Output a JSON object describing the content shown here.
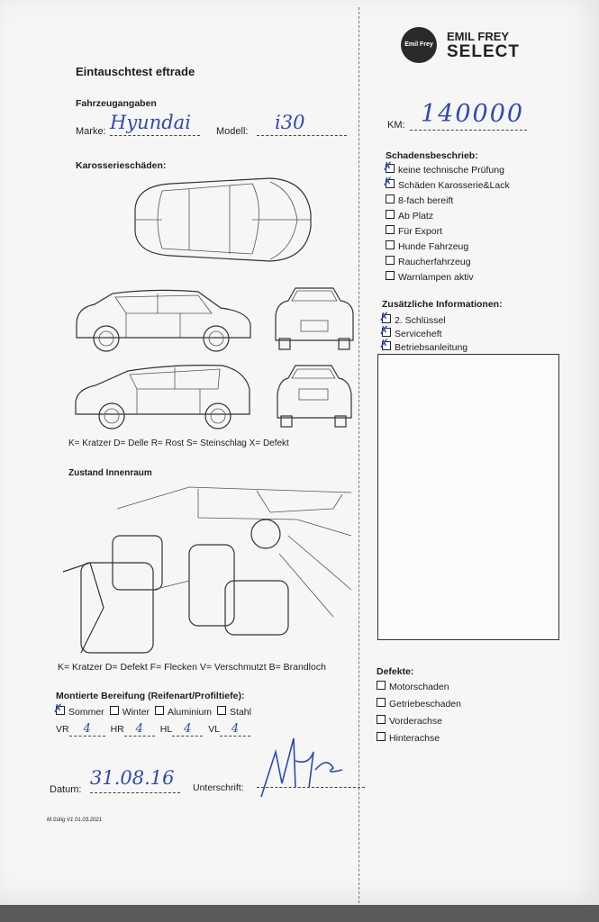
{
  "form": {
    "title": "Eintauschtest eftrade",
    "vehicle_section": "Fahrzeugangaben",
    "brand_label": "Marke:",
    "brand_value": "Hyundai",
    "model_label": "Modell:",
    "model_value": "i30",
    "km_label": "KM:",
    "km_value": "140000",
    "body_damage_label": "Karosserieschäden:",
    "body_legend": "K= Kratzer D= Delle R= Rost S= Steinschlag X= Defekt",
    "interior_label": "Zustand Innenraum",
    "interior_legend": "K= Kratzer D= Defekt F= Flecken V= Verschmutzt B= Brandloch",
    "tires_label": "Montierte Bereifung (Reifenart/Profiltiefe):",
    "tire_types": [
      {
        "label": "Sommer",
        "checked": true
      },
      {
        "label": "Winter",
        "checked": false
      },
      {
        "label": "Aluminium",
        "checked": false
      },
      {
        "label": "Stahl",
        "checked": false
      }
    ],
    "tread": [
      {
        "label": "VR",
        "value": "4"
      },
      {
        "label": "HR",
        "value": "4"
      },
      {
        "label": "HL",
        "value": "4"
      },
      {
        "label": "VL",
        "value": "4"
      }
    ],
    "date_label": "Datum:",
    "date_value": "31.08.16",
    "signature_label": "Unterschrift:",
    "footer": "M.Sütig V1 01.03.2021"
  },
  "logo": {
    "badge": "Emil Frey",
    "line1": "EMIL FREY",
    "line2": "SELECT"
  },
  "damage_desc": {
    "label": "Schadensbeschrieb:",
    "items": [
      {
        "label": "keine technische Prüfung",
        "checked": true
      },
      {
        "label": "Schäden Karosserie&Lack",
        "checked": true
      },
      {
        "label": "8-fach bereift",
        "checked": false
      },
      {
        "label": "Ab Platz",
        "checked": false
      },
      {
        "label": "Für Export",
        "checked": false
      },
      {
        "label": "Hunde Fahrzeug",
        "checked": false
      },
      {
        "label": "Raucherfahrzeug",
        "checked": false
      },
      {
        "label": "Warnlampen aktiv",
        "checked": false
      }
    ]
  },
  "additional_info": {
    "label": "Zusätzliche Informationen:",
    "items": [
      {
        "label": "2. Schlüssel",
        "checked": true
      },
      {
        "label": "Serviceheft",
        "checked": true
      },
      {
        "label": "Betriebsanleitung",
        "checked": true
      }
    ]
  },
  "defects": {
    "label": "Defekte:",
    "items": [
      {
        "label": "Motorschaden",
        "checked": false
      },
      {
        "label": "Getriebeschaden",
        "checked": false
      },
      {
        "label": "Vorderachse",
        "checked": false
      },
      {
        "label": "Hinterachse",
        "checked": false
      }
    ]
  }
}
